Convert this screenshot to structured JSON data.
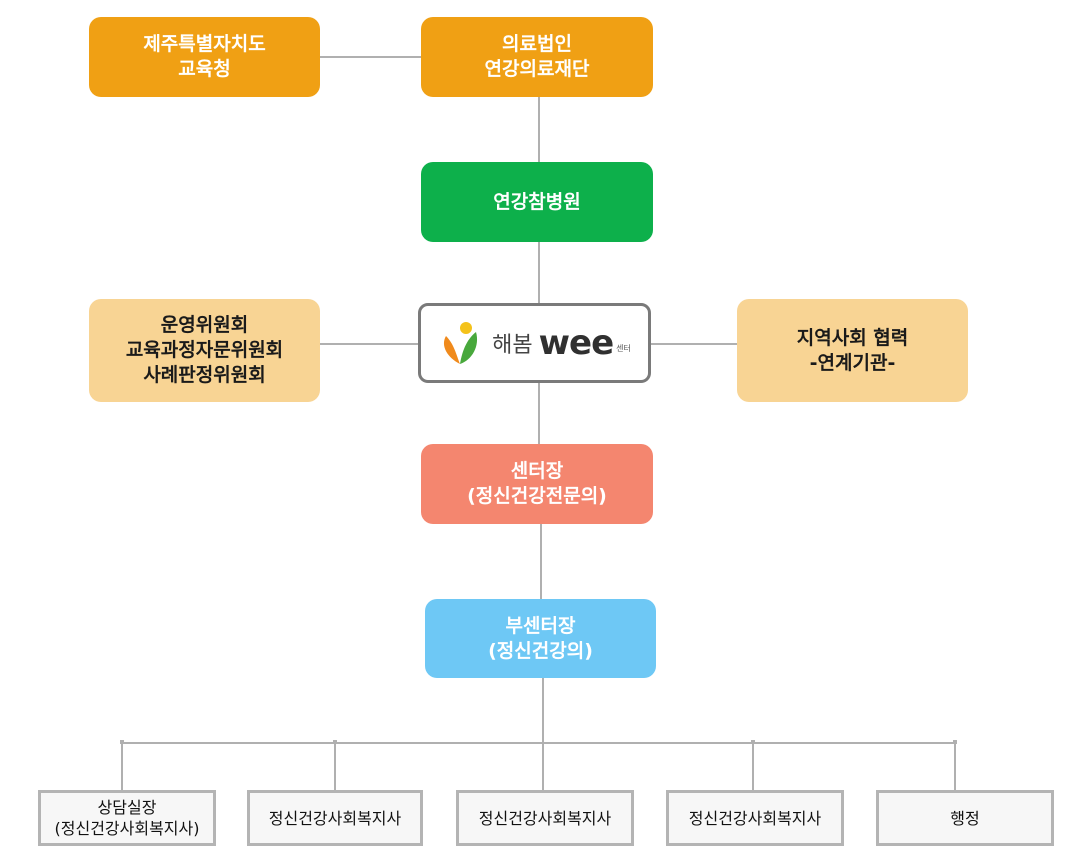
{
  "nodes": {
    "jeju_office": [
      "제주특별자치도",
      "교육청"
    ],
    "foundation": [
      "의료법인",
      "연강의료재단"
    ],
    "hospital": [
      "연강참병원"
    ],
    "committees": [
      "운영위원회",
      "교육과정자문위원회",
      "사례판정위원회"
    ],
    "logo": {
      "prefix": "해봄",
      "wee": "wee",
      "suffix": "센터"
    },
    "community": [
      "지역사회 협력",
      "-연계기관-"
    ],
    "director": [
      "센터장",
      "(정신건강전문의)"
    ],
    "deputy": [
      "부센터장",
      "(정신건강의)"
    ],
    "staff": [
      [
        "상담실장",
        "(정신건강사회복지사)"
      ],
      [
        "정신건강사회복지사"
      ],
      [
        "정신건강사회복지사"
      ],
      [
        "정신건강사회복지사"
      ],
      [
        "행정"
      ]
    ]
  },
  "colors": {
    "orange": "#f0a014",
    "green": "#0db04b",
    "peach": "#f8d494",
    "salmon": "#f4866f",
    "sky": "#6ec8f5",
    "line": "#b0b0b0"
  }
}
